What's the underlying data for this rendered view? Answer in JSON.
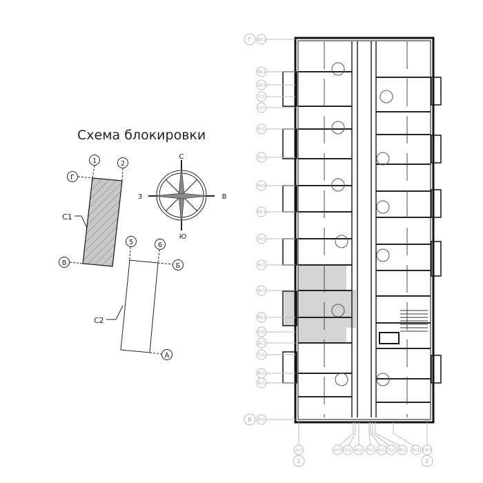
{
  "scheme": {
    "title": "Схема блокировки",
    "section_1": {
      "label": "С1",
      "axes": [
        "1",
        "2",
        "Г",
        "В"
      ]
    },
    "section_2": {
      "label": "С2",
      "axes": [
        "5",
        "6",
        "Б",
        "А"
      ]
    }
  },
  "compass": {
    "north": "С",
    "south": "Ю",
    "west": "З",
    "east": "В"
  },
  "plan": {
    "top_axis": "Г",
    "bottom_axis": "В",
    "left_axis": "1",
    "right_axis": "2",
    "left_tags": [
      "Шс1",
      "Фс1",
      "Цс1",
      "Тс1",
      "Сс1",
      "Рс1",
      "Пс1",
      "Нс1",
      "Мс1",
      "Лс1",
      "Кс1",
      "Ис1",
      "Жс1",
      "Ес1",
      "Дс1",
      "Гс1",
      "Вс1",
      "Бс1",
      "Ас1"
    ],
    "bottom_tags": [
      "1с1",
      "2с1",
      "3с1",
      "4с1",
      "5с1",
      "6с1",
      "7с1",
      "8с1",
      "9с1",
      "10с1"
    ],
    "highlight_color": "#d4d4d4"
  }
}
